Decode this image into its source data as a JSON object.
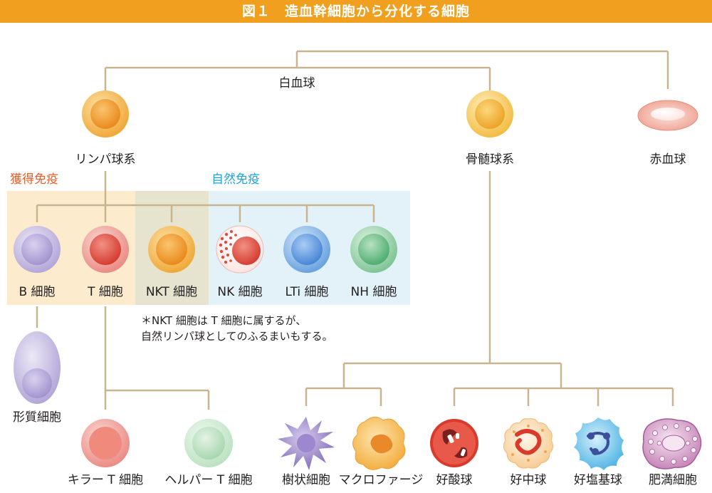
{
  "title": "図１　造血幹細胞から分化する細胞",
  "colors": {
    "title_bar": "#f0a01e",
    "line": "#c8b590",
    "acquired_text": "#e8602a",
    "innate_text": "#1ea3db",
    "acquired_bg": "#fcebcd",
    "innate_bg": "#e3f1f8",
    "overlap_bg": "#e6e4cf"
  },
  "groups": {
    "acquired": "獲得免疫",
    "innate": "自然免疫"
  },
  "labels": {
    "white_blood_cells": "白血球",
    "lymphoid": "リンパ球系",
    "myeloid": "骨髄球系",
    "red_blood_cell": "赤血球",
    "b_cell": "B 細胞",
    "t_cell": "T 細胞",
    "nkt_cell": "NKT 細胞",
    "nk_cell": "NK 細胞",
    "lti_cell": "LTi 細胞",
    "nh_cell": "NH 細胞",
    "plasma_cell": "形質細胞",
    "killer_t": "キラー T 細胞",
    "helper_t": "ヘルパー T 細胞",
    "dendritic": "樹状細胞",
    "macrophage": "マクロファージ",
    "eosinophil": "好酸球",
    "neutrophil": "好中球",
    "basophil": "好塩基球",
    "mast_cell": "肥満細胞"
  },
  "note": {
    "line1": "＊NKT 細胞は T 細胞に属するが、",
    "line2": "自然リンパ球としてのふるまいもする。"
  }
}
